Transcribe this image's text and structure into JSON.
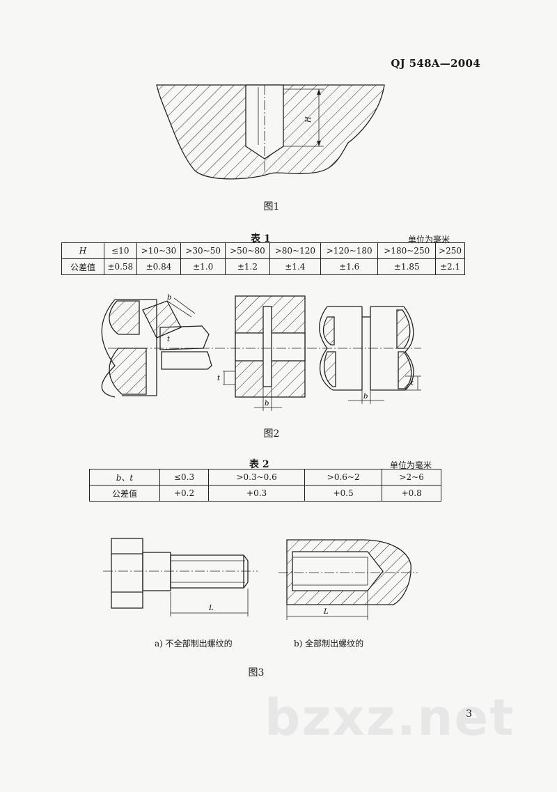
{
  "header": {
    "doc_code": "QJ 548A—2004"
  },
  "figure1": {
    "caption": "图1",
    "dim_label": "H"
  },
  "table1": {
    "title": "表 1",
    "unit": "单位为毫米",
    "row_headers": [
      "H",
      "公差值"
    ],
    "ranges": [
      "≤10",
      ">10~30",
      ">30~50",
      ">50~80",
      ">80~120",
      ">120~180",
      ">180~250",
      ">250"
    ],
    "tolerances": [
      "±0.58",
      "±0.84",
      "±1.0",
      "±1.2",
      "±1.4",
      "±1.6",
      "±1.85",
      "±2.1"
    ]
  },
  "figure2": {
    "caption": "图2",
    "dim_b": "b",
    "dim_t": "t"
  },
  "table2": {
    "title": "表 2",
    "unit": "单位为毫米",
    "row_headers": [
      "b、t",
      "公差值"
    ],
    "ranges": [
      "≤0.3",
      ">0.3~0.6",
      ">0.6~2",
      ">2~6"
    ],
    "tolerances": [
      "+0.2",
      "+0.3",
      "+0.5",
      "+0.8"
    ]
  },
  "figure3": {
    "caption": "图3",
    "dim_label": "L",
    "sub_a": "a) 不全部制出螺纹的",
    "sub_b": "b) 全部制出螺纹的"
  },
  "page_number": "3",
  "watermark": "bzxz.net"
}
